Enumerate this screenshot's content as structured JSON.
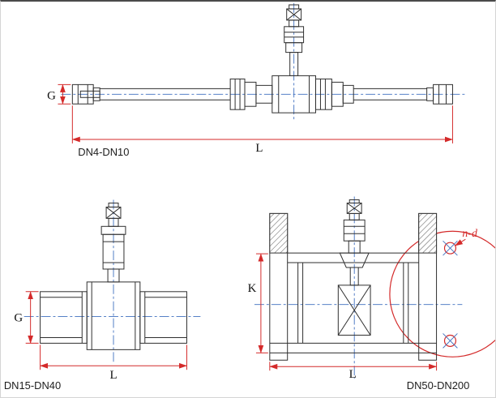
{
  "colors": {
    "outline": "#2f2f2f",
    "centerline": "#3f6fbf",
    "dimension": "#d42a2a"
  },
  "drawings": {
    "top": {
      "label": "DN4-DN10",
      "dim_g": "G",
      "dim_l": "L"
    },
    "bottom_left": {
      "label": "DN15-DN40",
      "dim_g": "G",
      "dim_l": "L"
    },
    "bottom_right": {
      "label": "DN50-DN200",
      "dim_k": "K",
      "dim_l": "L",
      "dim_nd": "n-d"
    }
  }
}
